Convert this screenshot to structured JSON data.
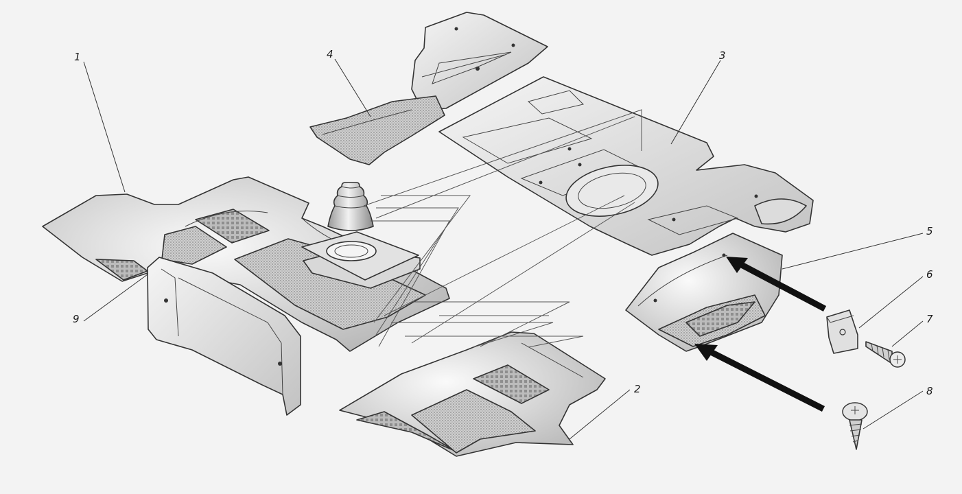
{
  "colors": {
    "background": "#f3f3f3",
    "mat": "#e8e8e8",
    "mat_shade": "#bdbdbd",
    "outline": "#333333",
    "arrow": "#111111"
  },
  "callouts": {
    "c1": "1",
    "c2": "2",
    "c3": "3",
    "c4": "4",
    "c5": "5",
    "c6": "6",
    "c7": "7",
    "c8": "8",
    "c9": "9"
  }
}
